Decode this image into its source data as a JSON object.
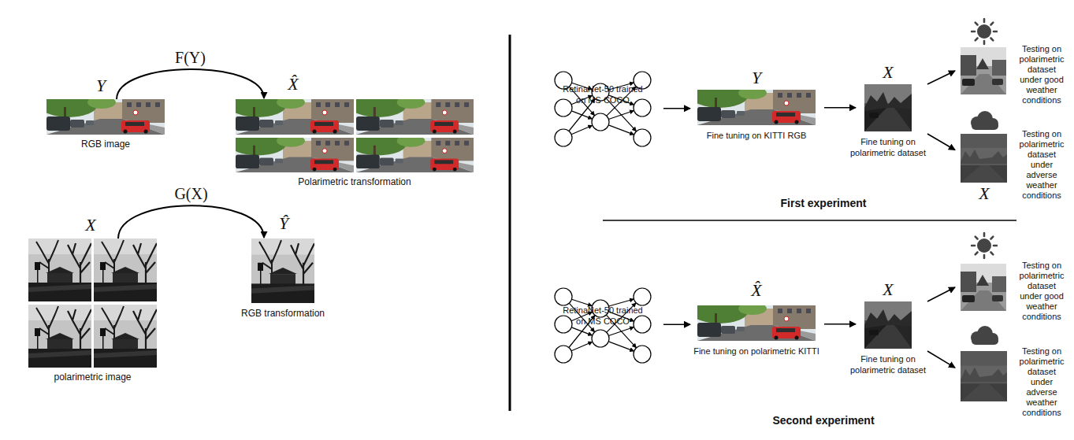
{
  "diagram": {
    "nodes": [
      {
        "text": [
          "Y",
          "RGB image"
        ]
      },
      {
        "text": [
          "X̂",
          "Polarimetric transformation"
        ]
      },
      {
        "text": [
          "X",
          "polarimetric image"
        ]
      },
      {
        "text": [
          "Ŷ",
          "RGB transformation"
        ]
      },
      {
        "text": [
          "RetinaNet-50 trained on MS COCO"
        ]
      },
      {
        "text": [
          "Y",
          "Fine tuning on KITTI RGB"
        ]
      },
      {
        "text": [
          "X",
          "Fine tuning on polarimetric dataset"
        ]
      },
      {
        "text": [
          "Testing on polarimetric dataset under good weather conditions"
        ]
      },
      {
        "text": [
          "Testing on polarimetric dataset under adverse weather conditions",
          "X"
        ]
      },
      {
        "text": [
          "RetinaNet-50 trained on MS COCO"
        ]
      },
      {
        "text": [
          "X̂",
          "Fine tuning on polarimetric KITTI"
        ]
      },
      {
        "text": [
          "X",
          "Fine tuning on polarimetric dataset"
        ]
      },
      {
        "text": [
          "Testing on polarimetric dataset under good weather conditions"
        ]
      },
      {
        "text": [
          "Testing on polarimetric dataset under adverse weather conditions"
        ]
      }
    ],
    "edges": [
      {
        "from": 0,
        "to": 1,
        "label": "F(Y)",
        "arrow": "to"
      },
      {
        "from": 2,
        "to": 3,
        "label": "G(X)",
        "arrow": "to"
      },
      {
        "from": 4,
        "to": 5,
        "arrow": "to"
      },
      {
        "from": 5,
        "to": 6,
        "arrow": "to"
      },
      {
        "from": 6,
        "to": 7,
        "arrow": "to"
      },
      {
        "from": 6,
        "to": 8,
        "arrow": "to"
      },
      {
        "from": 9,
        "to": 10,
        "arrow": "to"
      },
      {
        "from": 10,
        "to": 11,
        "arrow": "to"
      },
      {
        "from": 11,
        "to": 12,
        "arrow": "to"
      },
      {
        "from": 11,
        "to": 13,
        "arrow": "to"
      }
    ],
    "labels": [
      "First experiment",
      "Second experiment"
    ]
  }
}
